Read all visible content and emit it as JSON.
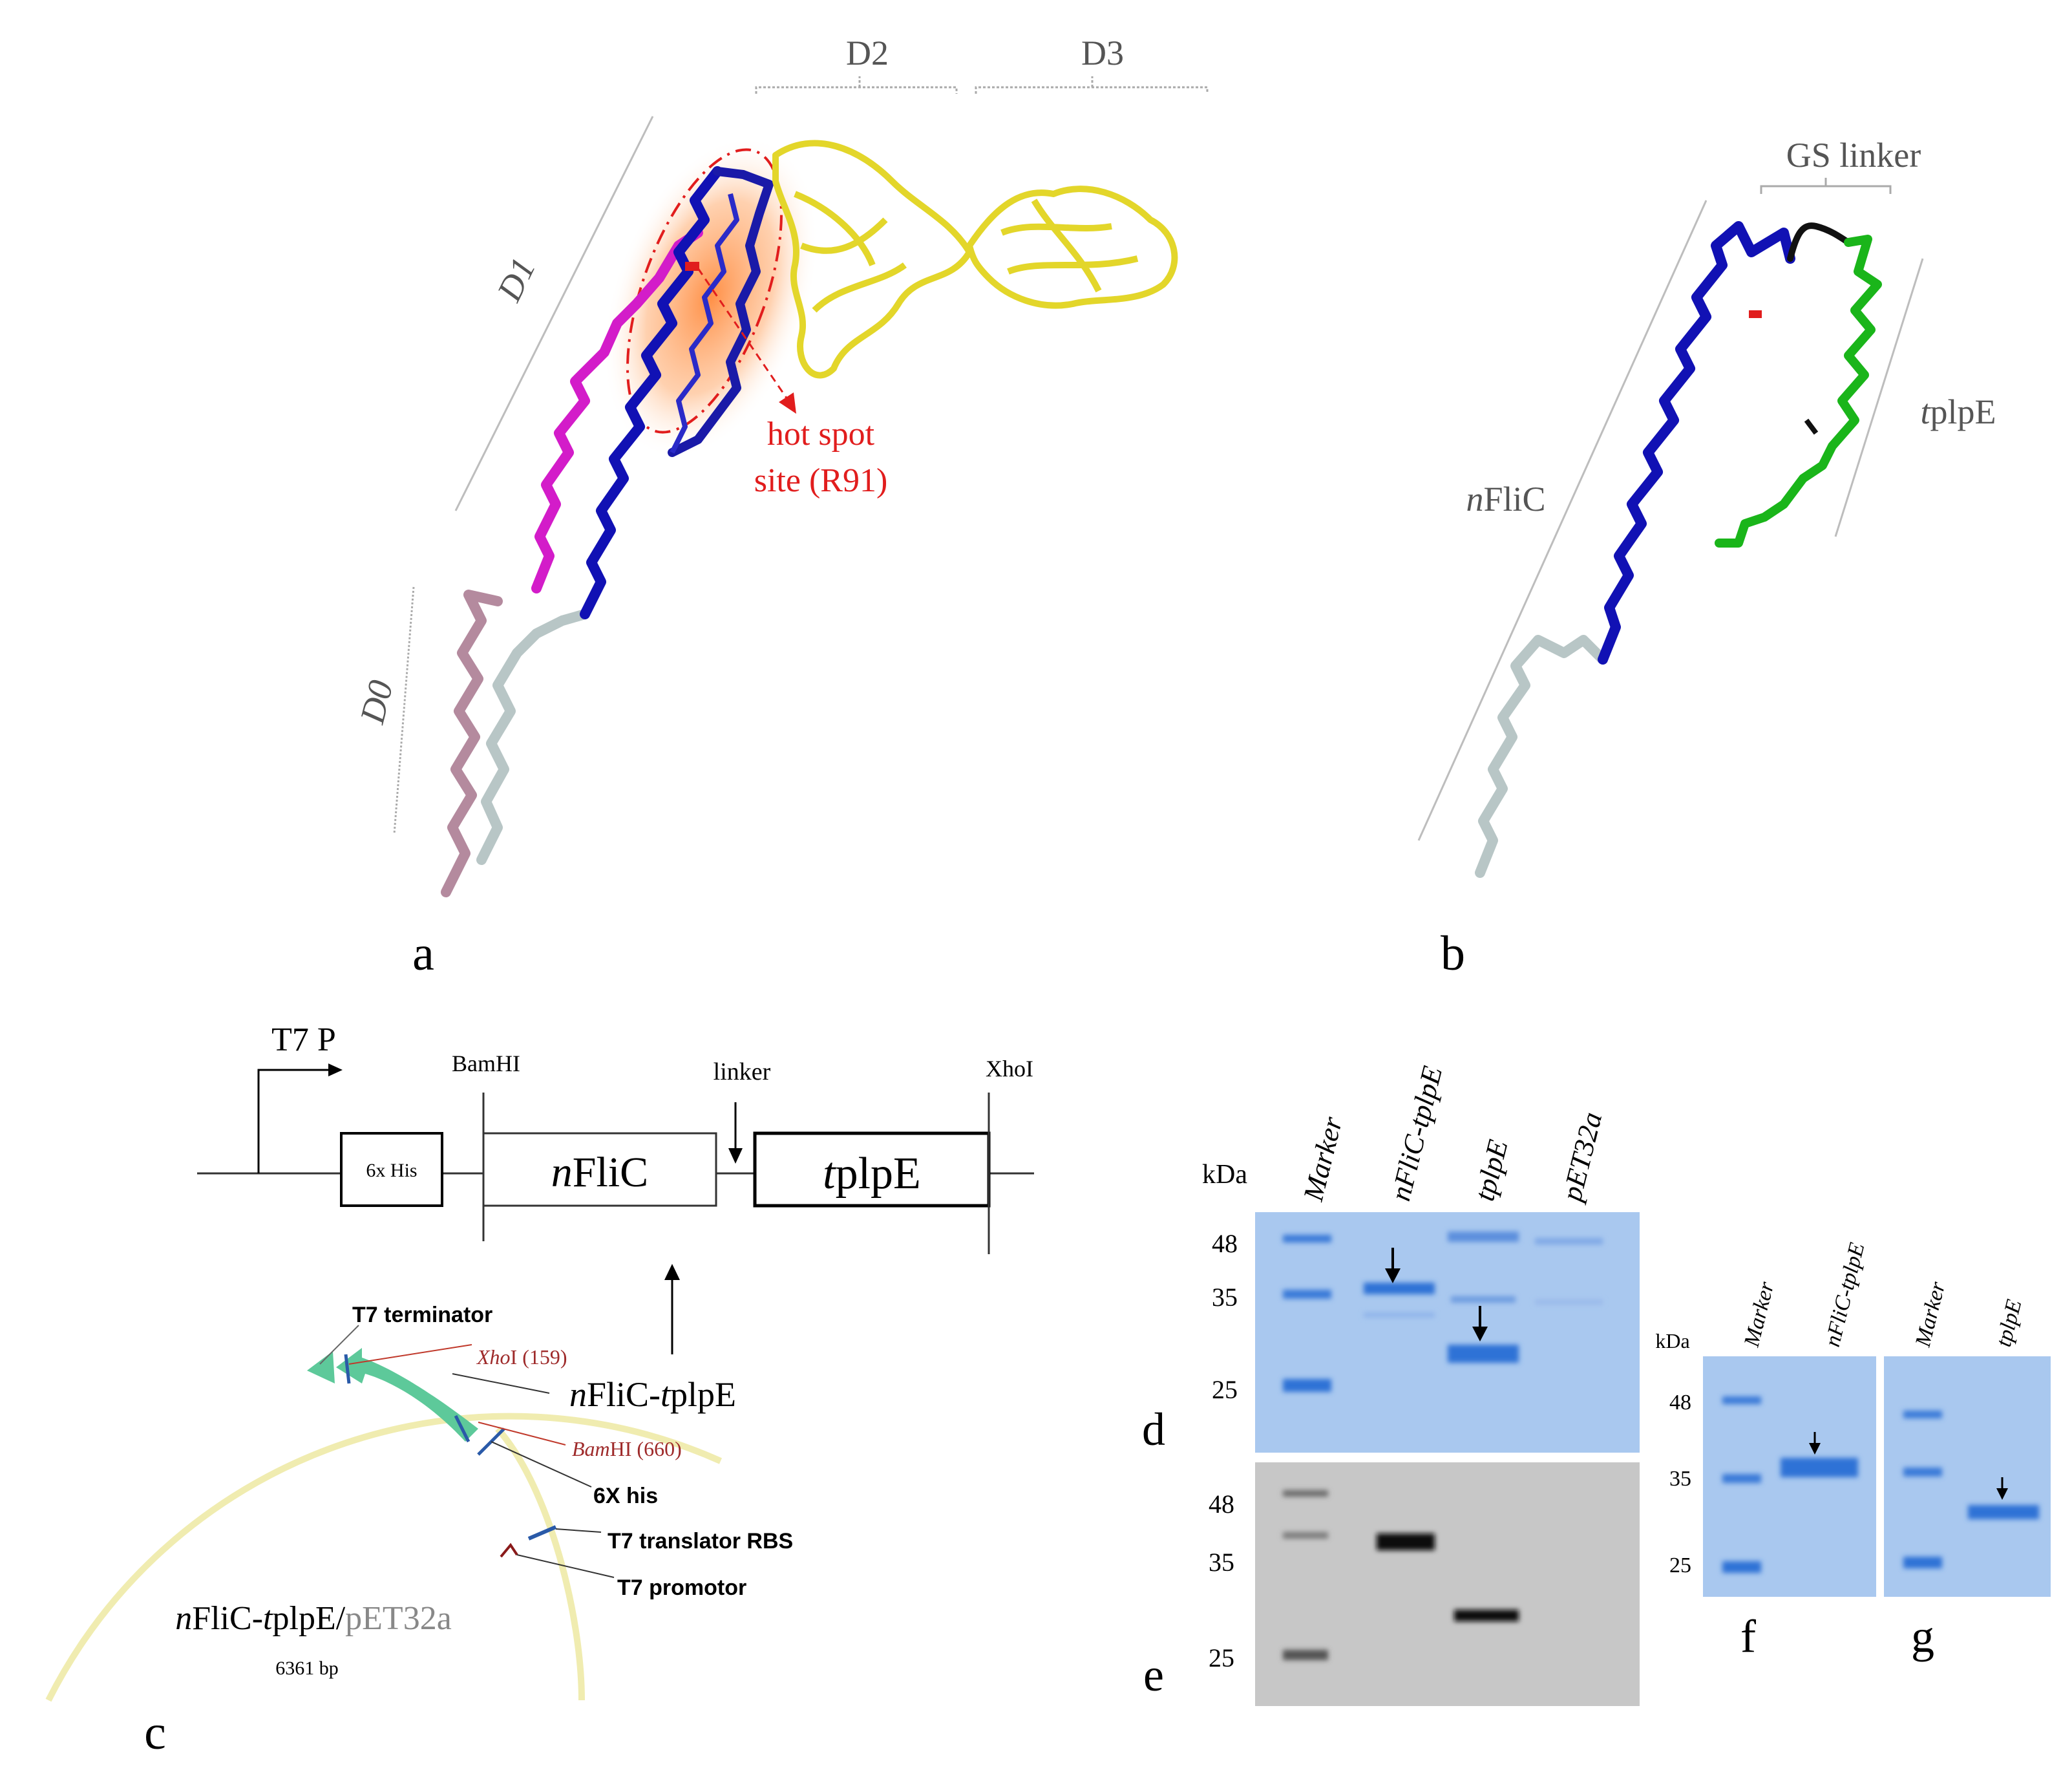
{
  "panel_a": {
    "panel_letter": "a",
    "domains": {
      "d0": "D0",
      "d1": "D1",
      "d2": "D2",
      "d3": "D3"
    },
    "hotspot_line1": "hot spot",
    "hotspot_line2": "site (R91)",
    "colors": {
      "d0_chain1": "#b48a9e",
      "d0_chain2": "#b8c6c6",
      "d1_chain1": "#d31cc9",
      "d1_chain2": "#1111b4",
      "d2d3": "#e3d62a",
      "hotspot": "#e11d1d"
    }
  },
  "panel_b": {
    "panel_letter": "b",
    "gs_linker": "GS linker",
    "nflic_italic": "n",
    "nflic_rest": "FliC",
    "tplpe_italic": "t",
    "tplpe_rest": "plpE",
    "colors": {
      "nflic": "#1111b4",
      "tplpe": "#1ab51a",
      "linker": "#111111",
      "tail": "#b8c6c6"
    }
  },
  "panel_c": {
    "panel_letter": "c",
    "promoter": "T7 P",
    "bamhi": "BamHI",
    "linker": "linker",
    "xhoi": "XhoI",
    "his_box": "6x His",
    "nflic_italic": "n",
    "nflic_rest": "FliC",
    "tplpe_italic": "t",
    "tplpe_rest": "plpE",
    "construct_n": "n",
    "construct_mid": "FliC-",
    "construct_t": "t",
    "construct_rest": "plpE",
    "map_labels": {
      "t7_terminator": "T7 terminator",
      "xhoi_site_italic": "Xho",
      "xhoi_site_rest": "I (159)",
      "bamhi_site_italic": "Bam",
      "bamhi_site_rest": "HI (660)",
      "six_his": "6X his",
      "rbs": "T7 translator RBS",
      "t7_promotor": "T7 promotor"
    },
    "plasmid_name_n": "n",
    "plasmid_name_mid": "FliC-",
    "plasmid_name_t": "t",
    "plasmid_name_rest": "plpE/",
    "plasmid_vector": "pET32a",
    "plasmid_size": "6361 bp"
  },
  "gels": {
    "kda_label": "kDa",
    "lanes": [
      "Marker",
      "nFliC-tplpE",
      "tplpE",
      "pET32a"
    ],
    "lane_markers_d": [
      "48",
      "35",
      "25"
    ],
    "panel_d": "d",
    "panel_e": "e",
    "panel_f": "f",
    "panel_g": "g",
    "lane_f_labels": [
      "Marker",
      "nFliC-tplpE"
    ],
    "lane_g_labels": [
      "Marker",
      "tplpE"
    ],
    "kda_f": "kDa",
    "markers_f": [
      "48",
      "35",
      "25"
    ],
    "colors": {
      "coomassie_bg": "#a9c8ef",
      "band": "#2f72d6",
      "western_bg": "#c7c7c7",
      "western_band": "#111111"
    }
  }
}
